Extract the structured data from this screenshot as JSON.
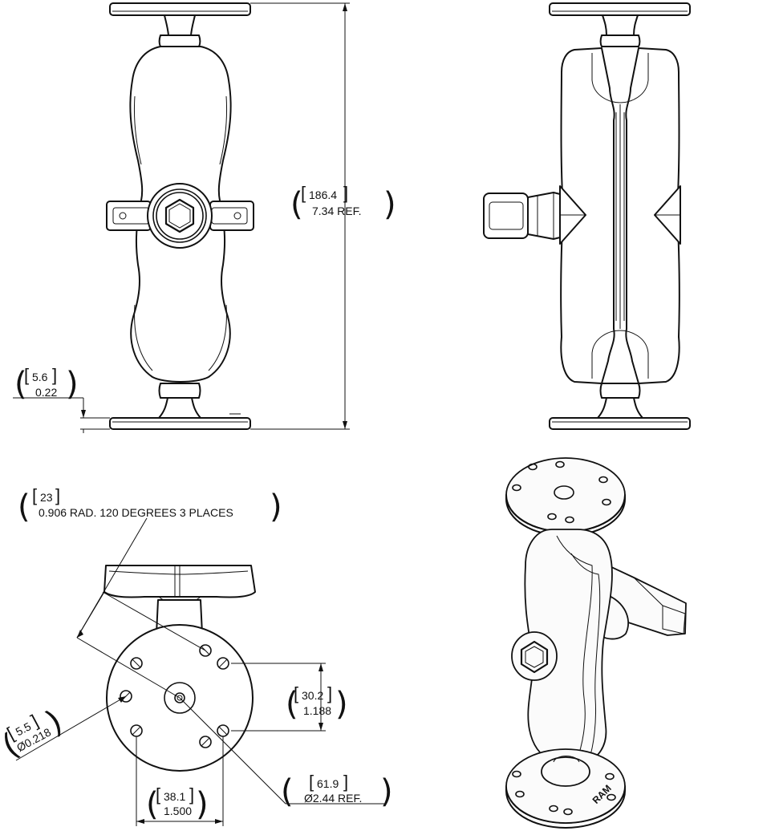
{
  "dimensions": {
    "length": {
      "metric": "186.4",
      "imperial": "7.34 REF."
    },
    "base_thickness": {
      "metric": "5.6",
      "imperial": "0.22"
    },
    "hole_radius": {
      "metric": "23",
      "imperial": "0.906 RAD. 120 DEGREES 3 PLACES"
    },
    "hole_spacing_v": {
      "metric": "30.2",
      "imperial": "1.188"
    },
    "hole_diameter": {
      "metric": "5.5",
      "imperial": "Ø0.218"
    },
    "base_diameter": {
      "metric": "61.9",
      "imperial": "Ø2.44 REF."
    },
    "hole_spacing_h": {
      "metric": "38.1",
      "imperial": "1.500"
    }
  },
  "logo_text": "RAM"
}
